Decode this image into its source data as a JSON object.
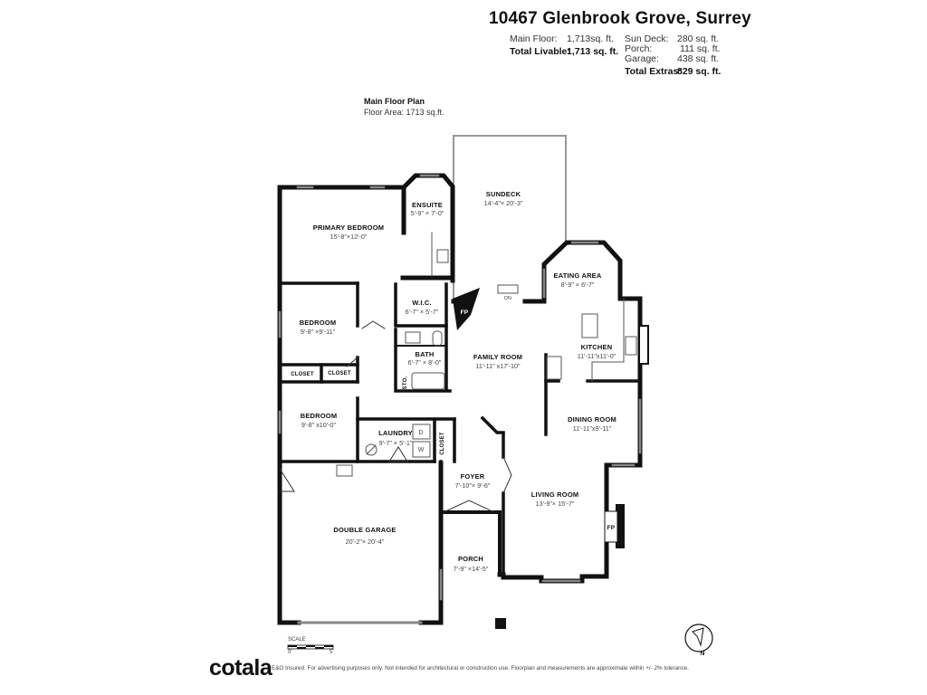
{
  "header": {
    "address": "10467 Glenbrook Grove, Surrey",
    "livable": [
      {
        "label": "Main Floor:",
        "value": "1,713sq. ft."
      },
      {
        "label": "Total Livable:",
        "value": "1,713 sq. ft."
      }
    ],
    "extras": [
      {
        "label": "Sun Deck:",
        "value": "280 sq. ft."
      },
      {
        "label": "Porch:",
        "value": "111 sq. ft."
      },
      {
        "label": "Garage:",
        "value": "438 sq. ft."
      },
      {
        "label": "Total Extras:",
        "value": "829 sq. ft."
      }
    ]
  },
  "plan": {
    "title": "Main Floor Plan",
    "area": "Floor Area: 1713 sq.ft."
  },
  "rooms": [
    {
      "name": "PRIMARY BEDROOM",
      "dims": "15'-8\"×12'-0\""
    },
    {
      "name": "ENSUITE",
      "dims": "5'-9\" × 7'-0\""
    },
    {
      "name": "SUNDECK",
      "dims": "14'-4\"× 20'-3\""
    },
    {
      "name": "EATING AREA",
      "dims": "8'-9\" × 6'-7\""
    },
    {
      "name": "W.I.C.",
      "dims": "6'-7\" × 5'-7\""
    },
    {
      "name": "BEDROOM",
      "dims": "9'-8\" ×9'-11\""
    },
    {
      "name": "BATH",
      "dims": "6'-7\" × 8'-0\""
    },
    {
      "name": "FAMILY ROOM",
      "dims": "11'-11\" x17'-10\""
    },
    {
      "name": "KITCHEN",
      "dims": "11'-11\"x11'-0\""
    },
    {
      "name": "DINING ROOM",
      "dims": "11'-11\"x9'-11\""
    },
    {
      "name": "BEDROOM",
      "dims": "9'-8\" x10'-0\""
    },
    {
      "name": "LAUNDRY",
      "dims": "9'-7\" × 5'-1\""
    },
    {
      "name": "FOYER",
      "dims": "7'-10\"× 9'-6\""
    },
    {
      "name": "LIVING ROOM",
      "dims": "13'-9\"× 15'-7\""
    },
    {
      "name": "DOUBLE GARAGE",
      "dims": "20'-2\"× 20'-4\""
    },
    {
      "name": "PORCH",
      "dims": "7'-9\" ×14'-5\""
    }
  ],
  "small_labels": {
    "closet": "CLOSET",
    "sto": "STO.",
    "fp": "FP",
    "dn": "DN",
    "dryer": "D",
    "washer": "W"
  },
  "scale": {
    "label": "SCALE",
    "start": "0'",
    "end": "5'"
  },
  "compass": {
    "label": "N"
  },
  "footer": {
    "logo": "cotala",
    "disclaimer": "E&O Insured. For advertising purposes only. Not intended for architectural or construction use. Floorplan and measurements are approximate within +/- 2% tolerance."
  }
}
